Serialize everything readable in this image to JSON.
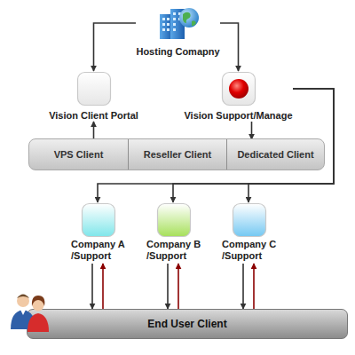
{
  "diagram": {
    "nodes": [
      {
        "text": [
          "Hosting Comapny"
        ]
      },
      {
        "text": [
          "Vision Client Portal"
        ]
      },
      {
        "text": [
          "Vision Support/Manage"
        ]
      },
      {
        "text": []
      },
      {
        "text": [
          "VPS Client"
        ],
        "in": 3
      },
      {
        "text": [
          "Reseller Client"
        ],
        "in": 3
      },
      {
        "text": [
          "Dedicated Client"
        ],
        "in": 3
      },
      {
        "text": [
          "Company A /Support"
        ]
      },
      {
        "text": [
          "Company B /Support"
        ]
      },
      {
        "text": [
          "Company C /Support"
        ]
      },
      {
        "text": [
          "End User Client"
        ]
      }
    ],
    "edges": [
      {
        "from": 0,
        "to": 1,
        "arrow": "to"
      },
      {
        "from": 0,
        "to": 2,
        "arrow": "to"
      },
      {
        "from": 4,
        "to": 1,
        "arrow": "to"
      },
      {
        "from": 2,
        "to": 6,
        "arrow": "to"
      },
      {
        "from": 2,
        "to": 7,
        "arrow": "to"
      },
      {
        "from": 2,
        "to": 8,
        "arrow": "to"
      },
      {
        "from": 2,
        "to": 9,
        "arrow": "to"
      },
      {
        "from": 7,
        "to": 10,
        "arrow": "to"
      },
      {
        "from": 10,
        "to": 7,
        "arrow": "to"
      },
      {
        "from": 8,
        "to": 10,
        "arrow": "to"
      },
      {
        "from": 10,
        "to": 8,
        "arrow": "to"
      },
      {
        "from": 9,
        "to": 10,
        "arrow": "to"
      },
      {
        "from": 10,
        "to": 9,
        "arrow": "to"
      }
    ]
  }
}
